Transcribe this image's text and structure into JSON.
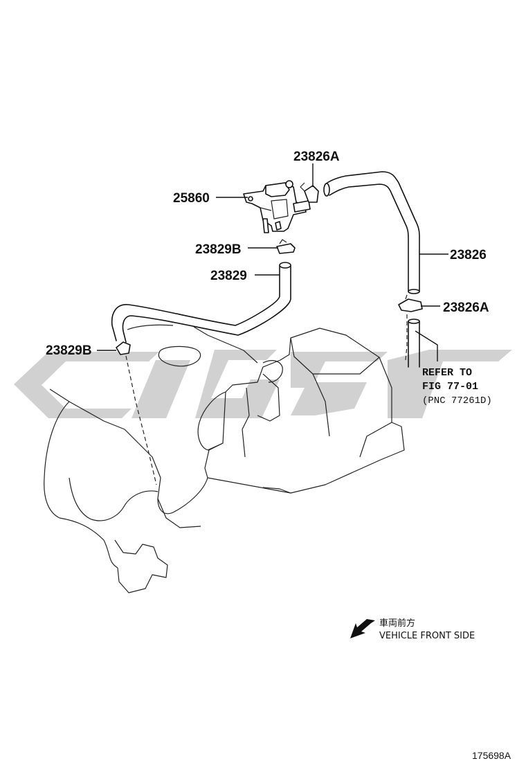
{
  "parts": {
    "p23826A_top": "23826A",
    "p25860": "25860",
    "p23829B_top": "23829B",
    "p23829": "23829",
    "p23826": "23826",
    "p23826A_bottom": "23826A",
    "p23829B_left": "23829B"
  },
  "refer": {
    "line1": "REFER TO",
    "line2": "FIG 77-01",
    "line3": "(PNC 77261D)"
  },
  "direction": {
    "japanese": "車両前方",
    "english": "VEHICLE FRONT SIDE",
    "icon": "arrow-down-left-icon"
  },
  "figure_number": "175698A",
  "watermark_color": "#c9c9c9"
}
